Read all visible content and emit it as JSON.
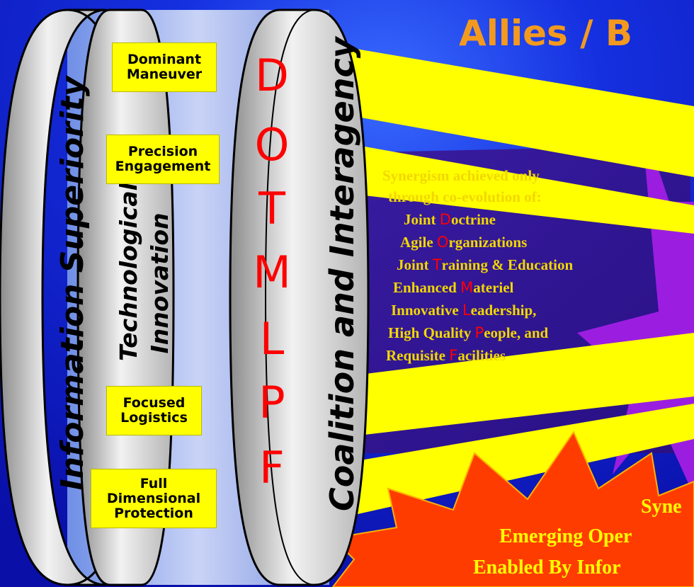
{
  "title": "Allies / B",
  "rings": {
    "outer": "Information Superiority",
    "inner": "Technological Innovation",
    "right": "Coalition and Interagency"
  },
  "concepts": [
    {
      "line1": "Dominant",
      "line2": "Maneuver"
    },
    {
      "line1": "Precision",
      "line2": "Engagement"
    },
    {
      "line1": "Focused",
      "line2": "Logistics"
    },
    {
      "line1": "Full",
      "line2": "Dimensional",
      "line3": "Protection"
    }
  ],
  "dotmlpf": [
    "D",
    "O",
    "T",
    "M",
    "L",
    "P",
    "F"
  ],
  "synergism": {
    "intro1": "Synergism achieved only",
    "intro2": "through co-evolution of:",
    "items": [
      {
        "pre": "Joint ",
        "letter": "D",
        "post": "octrine"
      },
      {
        "pre": "Agile ",
        "letter": "O",
        "post": "rganizations"
      },
      {
        "pre": "Joint ",
        "letter": "T",
        "post": "raining & Education"
      },
      {
        "pre": "Enhanced ",
        "letter": "M",
        "post": "ateriel"
      },
      {
        "pre": "Innovative ",
        "letter": "L",
        "post": "eadership,"
      },
      {
        "pre": "High Quality ",
        "letter": "P",
        "post": "eople, and"
      },
      {
        "pre": "Requisite ",
        "letter": "F",
        "post": "acilities"
      }
    ]
  },
  "burst": {
    "line1": "Syne",
    "line2": "Emerging Oper",
    "line3": "Enabled By Infor"
  },
  "colors": {
    "background": "#0a14c8",
    "beam": "#ffff00",
    "letters": "#ff0000",
    "title": "#f39a1e",
    "burst": "#ff3c00",
    "star": "#9b1ee0"
  }
}
